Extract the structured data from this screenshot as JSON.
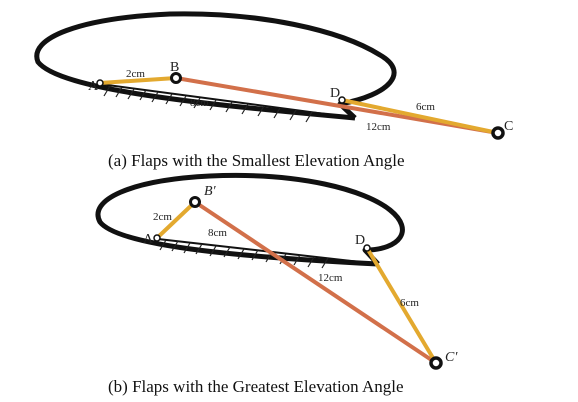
{
  "panel_a": {
    "caption": "(a) Flaps with the Smallest Elevation Angle",
    "points": {
      "A": "A",
      "B": "B",
      "C": "C",
      "D": "D"
    },
    "lengths": {
      "AB": "2cm",
      "AD": "8cm",
      "BC": "12cm",
      "DC": "6cm"
    }
  },
  "panel_b": {
    "caption": "(b) Flaps with the Greatest Elevation Angle",
    "points": {
      "A": "A",
      "B": "B′",
      "C": "C′",
      "D": "D"
    },
    "lengths": {
      "AB": "2cm",
      "AD": "8cm",
      "BC": "12cm",
      "DC": "6cm"
    }
  },
  "colors": {
    "wing_outline": "#111111",
    "link_short": "#E3A92F",
    "link_long": "#D2704A",
    "hatch": "#222222"
  }
}
